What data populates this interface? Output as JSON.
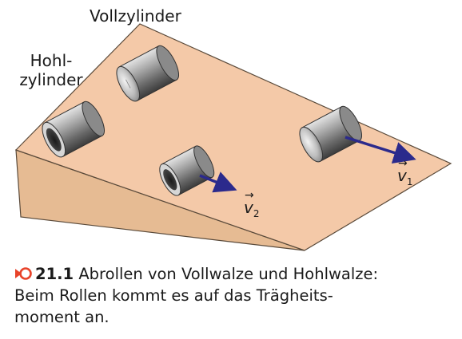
{
  "labels": {
    "hohlzylinder_line1": "Hohl-",
    "hohlzylinder_line2": "zylinder",
    "vollzylinder": "Vollzylinder"
  },
  "vectors": {
    "v1": {
      "symbol": "v",
      "subscript": "1"
    },
    "v2": {
      "symbol": "v",
      "subscript": "2"
    }
  },
  "caption": {
    "number": "21.1",
    "line1": "Abrollen von Vollwalze und Hohlwalze:",
    "line2": "Beim Rollen kommt es auf das Trägheits-",
    "line3": "moment an."
  },
  "colors": {
    "ramp_top": "#f4c9a8",
    "ramp_side": "#e6bb93",
    "arrow": "#2b2a8c",
    "badge": "#e8432a"
  }
}
